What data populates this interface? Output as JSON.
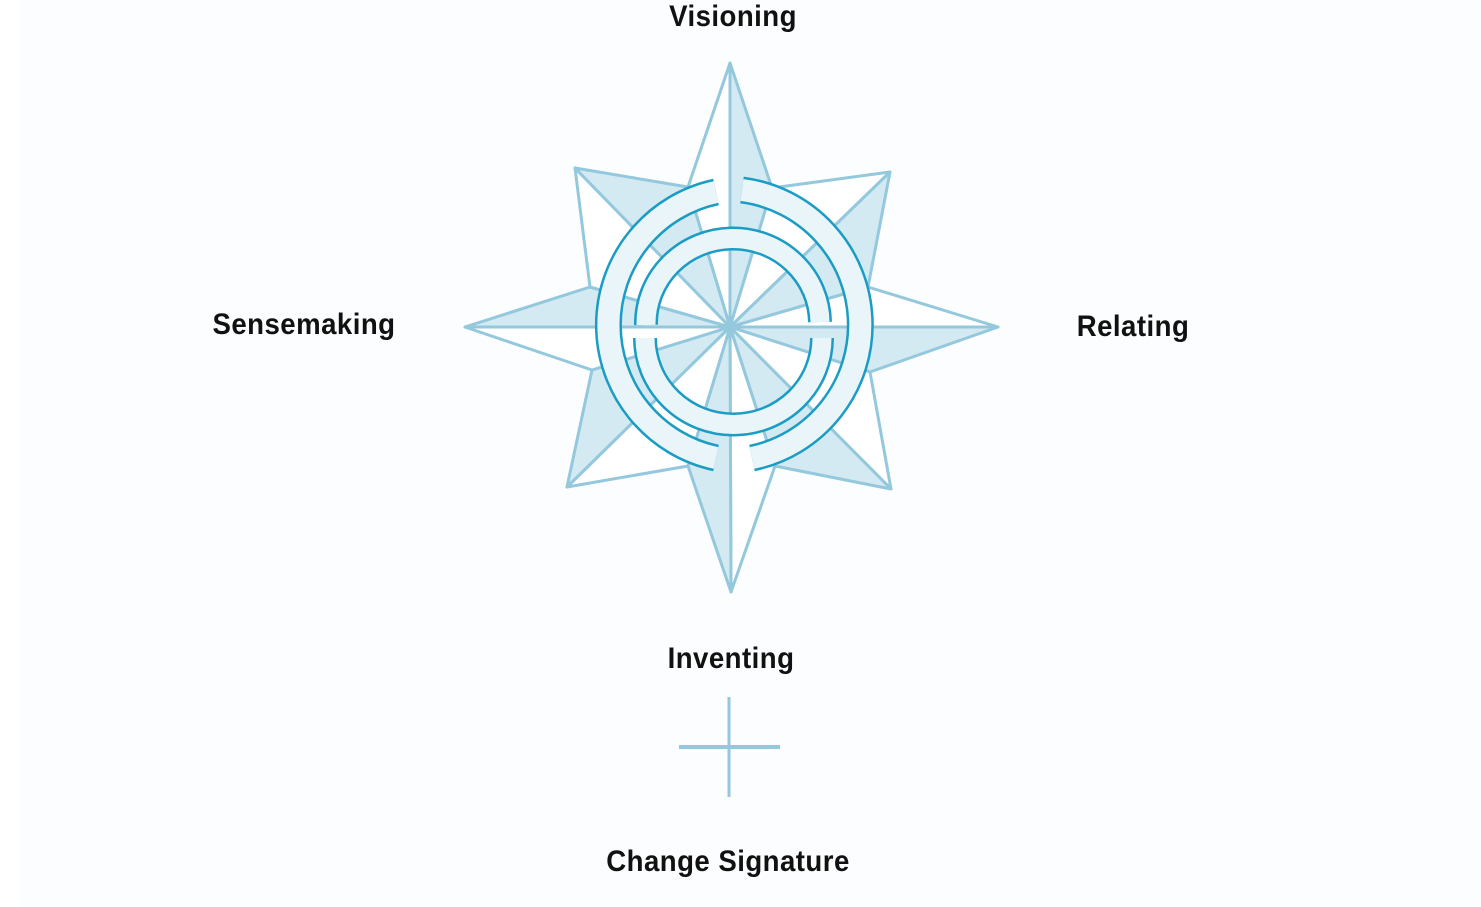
{
  "labels": {
    "top": "Visioning",
    "right": "Relating",
    "bottom": "Inventing",
    "left": "Sensemaking",
    "footer": "Change Signature"
  },
  "colors": {
    "star_stroke": "#94c8dd",
    "star_fill": "#d4eaf3",
    "arrow_stroke": "#1a9cc4",
    "arrow_fill": "#e9f5f8",
    "text": "#111111",
    "background": "#fbfdfe"
  },
  "icons": [
    "compass-rose-icon",
    "cycle-arrows-icon",
    "cross-icon"
  ]
}
